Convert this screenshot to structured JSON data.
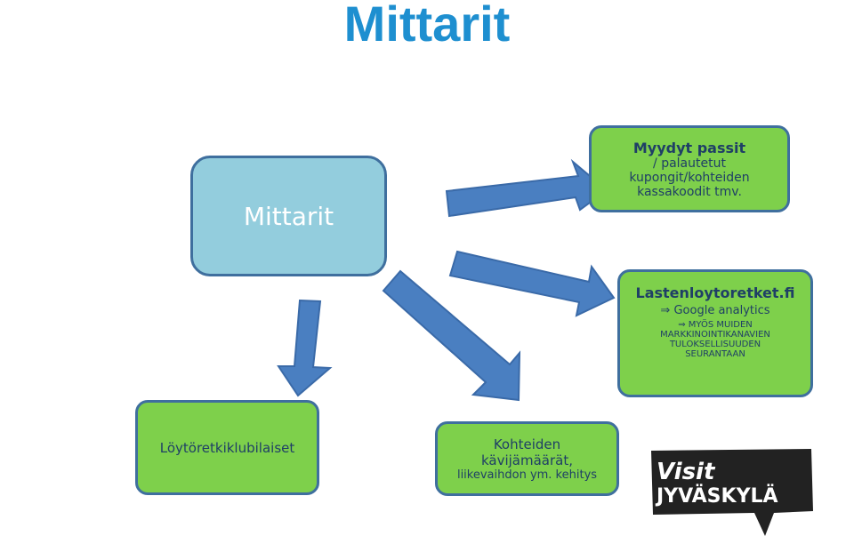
{
  "title": "Mittarit",
  "center_box": {
    "label": "Mittarit"
  },
  "box_passes": {
    "heading": "Myydyt passit",
    "lines": [
      "/ palautetut",
      "kupongit/kohteiden",
      "kassakoodit tmv."
    ]
  },
  "box_website": {
    "heading": "Lastenloytoretket.fi",
    "bullet": "Google analytics",
    "sub_lines": [
      "MYÖS MUIDEN",
      "MARKKINOINTIKANAVIEN",
      "TULOKSELLISUUDEN",
      "SEURANTAAN"
    ]
  },
  "box_club": {
    "label": "Löytöretkiklubilaiset"
  },
  "box_sites": {
    "lines": [
      "Kohteiden",
      "kävijämäärät,",
      "liikevaihdon ym. kehitys"
    ]
  },
  "logo": {
    "line1": "Visit",
    "line2": "JYVÄSKYLÄ"
  },
  "colors": {
    "title": "#1e8fd0",
    "green_box": "#7ed04b",
    "blue_box": "#93cddd",
    "arrow": "#4a7fc1",
    "border": "#3f6f9e"
  }
}
